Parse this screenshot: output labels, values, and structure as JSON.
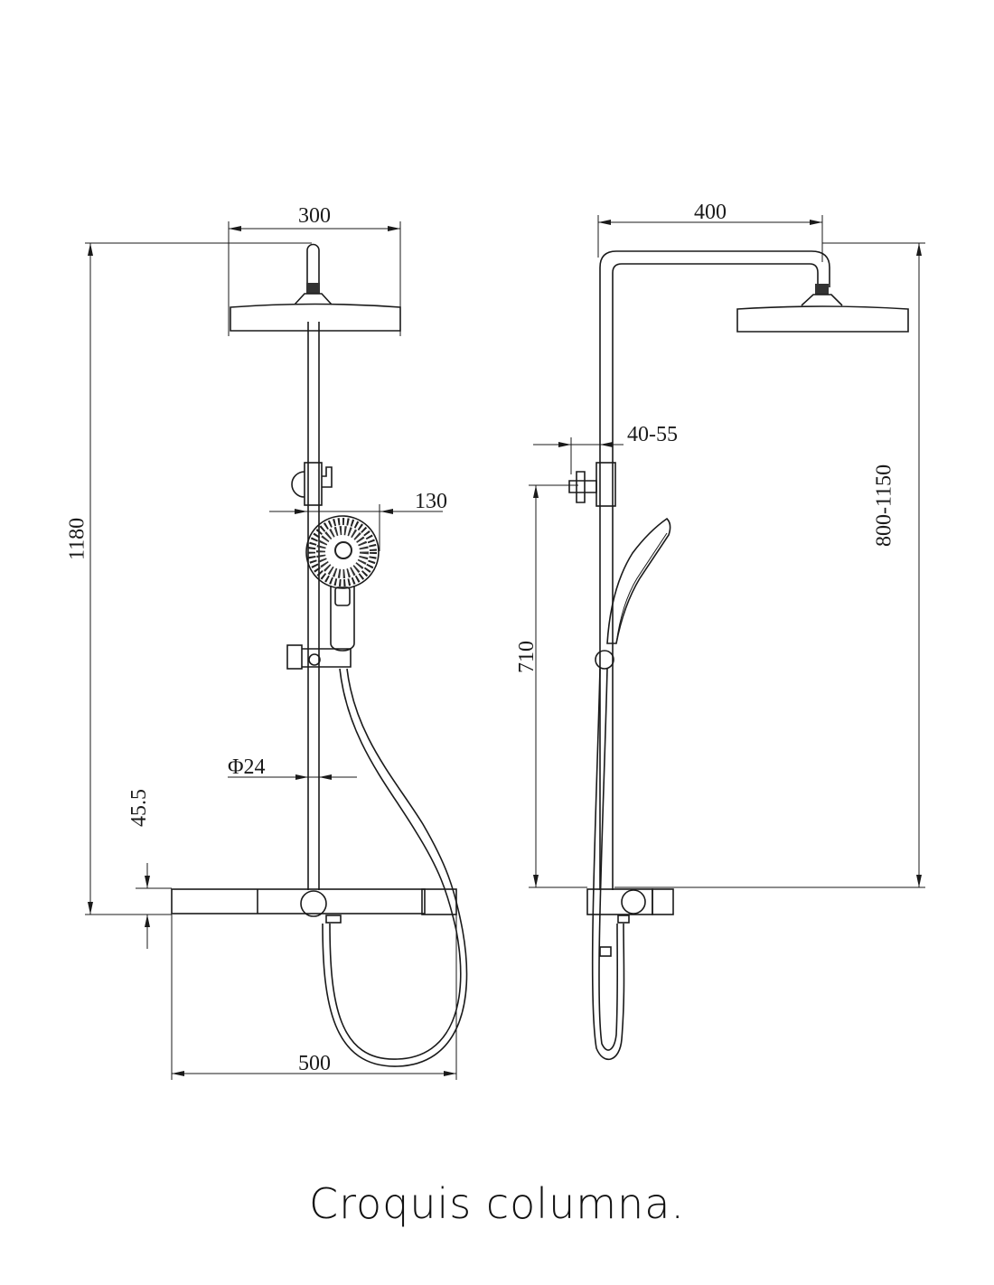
{
  "front_view": {
    "dim_head_width": "300",
    "dim_total_height": "1180",
    "dim_hand_shower": "130",
    "dim_column_diameter": "Φ24",
    "dim_shelf_height": "45.5",
    "dim_shelf_width": "500"
  },
  "side_view": {
    "dim_arm_reach": "400",
    "dim_wall_offset": "40-55",
    "dim_outlet_height": "710",
    "dim_adjustable_height": "800-1150"
  },
  "caption": "Croquis columna."
}
